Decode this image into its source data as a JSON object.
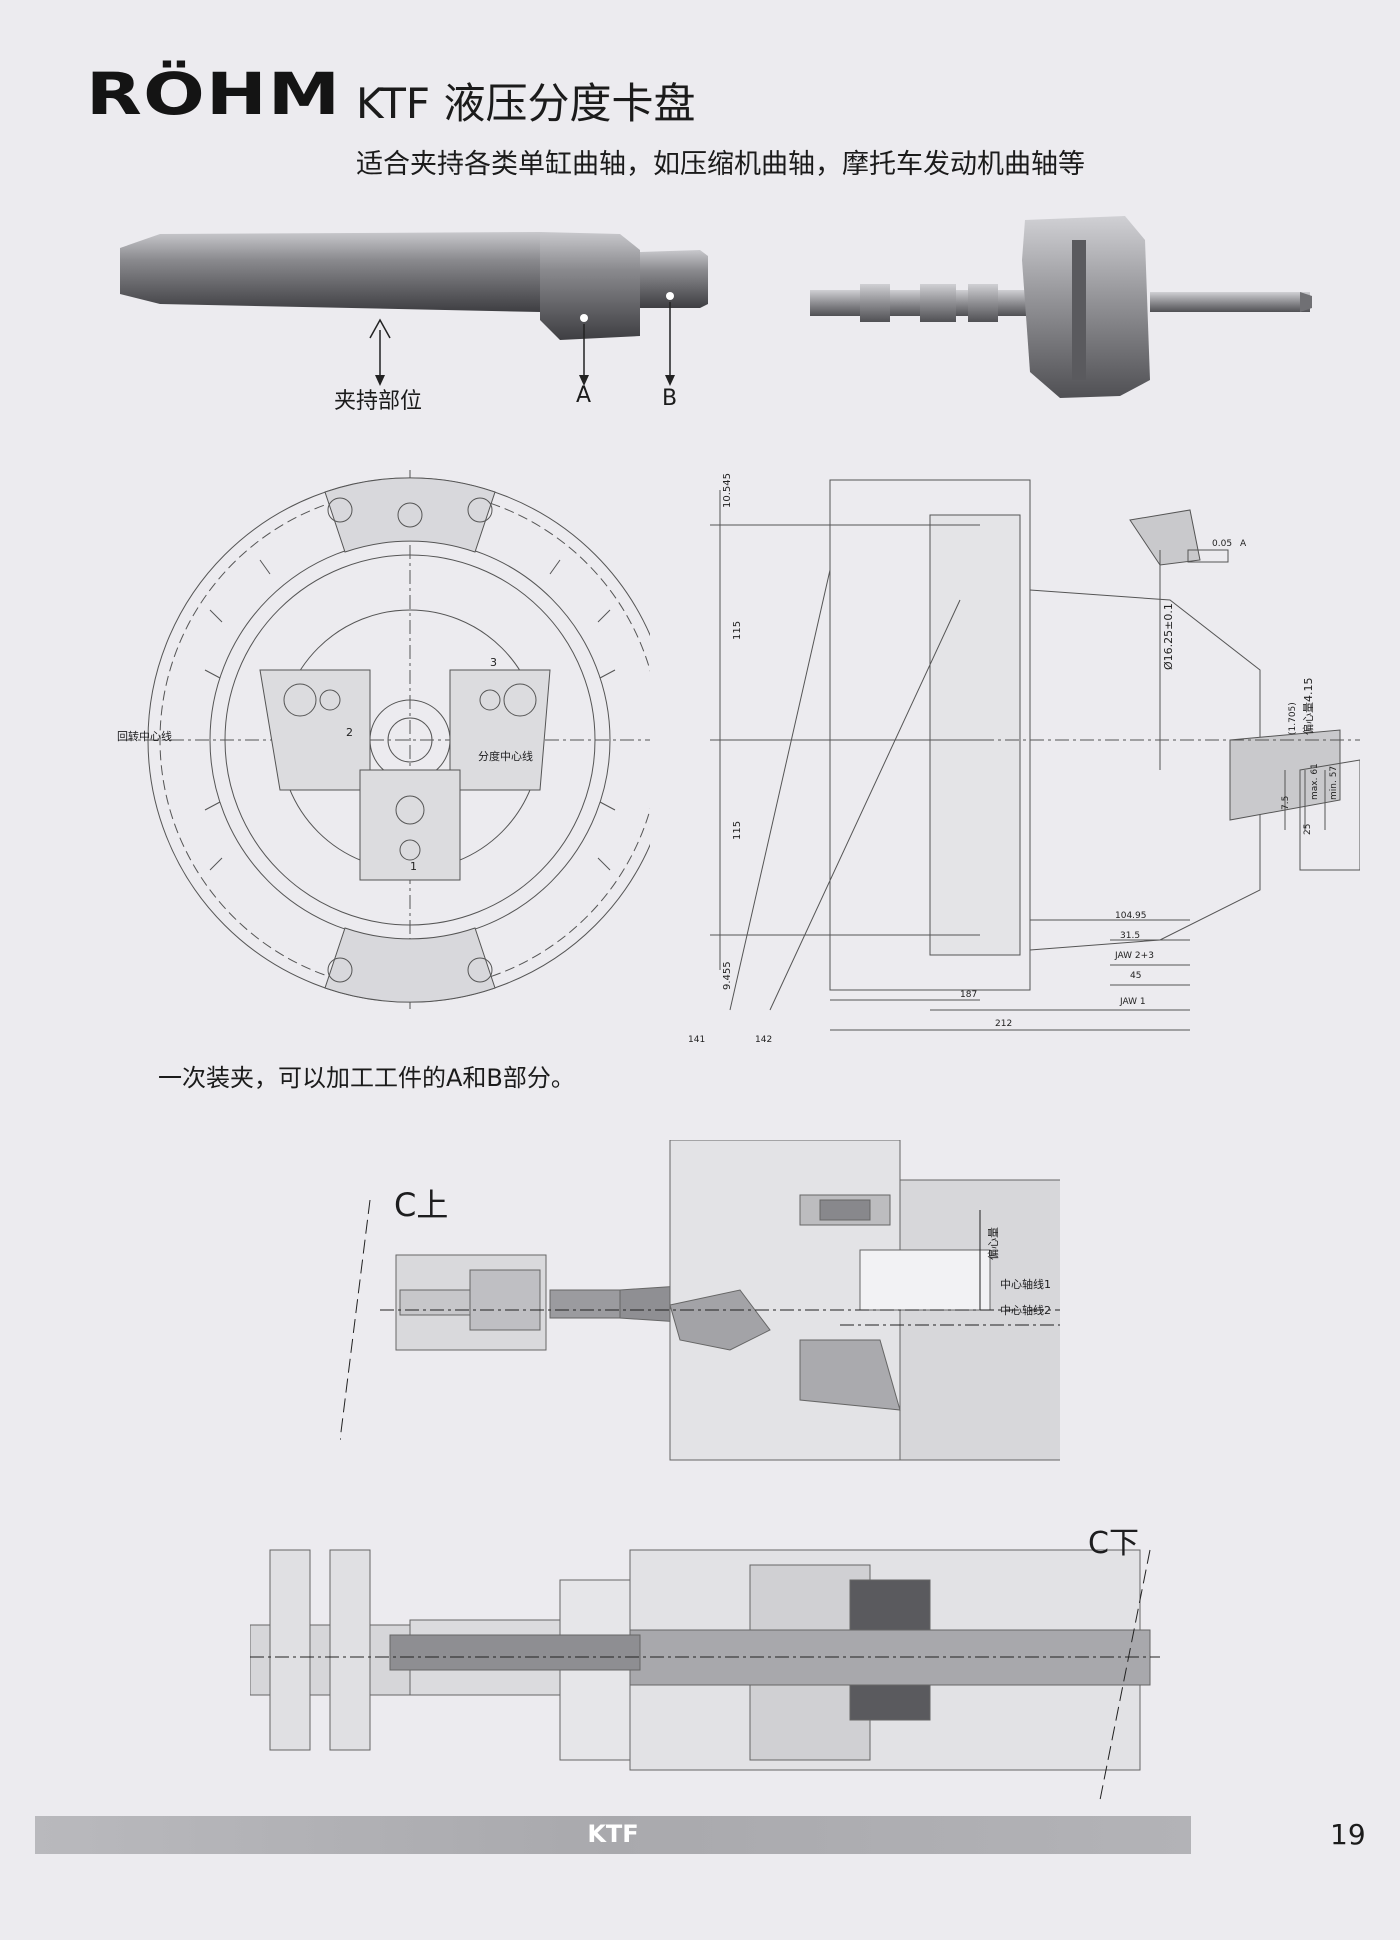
{
  "header": {
    "logo": "RÖHM",
    "title": "KTF 液压分度卡盘",
    "subtitle": "适合夹持各类单缸曲轴，如压缩机曲轴，摩托车发动机曲轴等"
  },
  "shaft_figure": {
    "clamp_label": "夹持部位",
    "label_a": "A",
    "label_b": "B"
  },
  "front_view": {
    "rotation_center_label": "回转中心线",
    "index_center_label": "分度中心线",
    "jaw_numbers": [
      "1",
      "2",
      "3"
    ]
  },
  "section_view": {
    "dim_top": "10.545",
    "dim_upper": "115",
    "dim_lower": "115",
    "dim_bottom": "9.455",
    "diameter": "Ø16.25±0.1",
    "tolerance": "0.05",
    "datum": "A",
    "eccentric_small": "(1.705)",
    "eccentric": "偏心量4.15",
    "max_label": "max. 61",
    "min_label": "min. 57",
    "dim_7_5": "7.5",
    "dim_25": "25",
    "dim_104_95": "104.95",
    "dim_31_5": "31.5",
    "jaw_23": "JAW 2+3",
    "dim_45": "45",
    "dim_187": "187",
    "jaw_1": "JAW 1",
    "dim_212": "212",
    "part_141": "141",
    "part_142": "142"
  },
  "caption": "一次装夹，可以加工工件的A和B部分。",
  "c_upper": {
    "label": "C上",
    "eccentric_label": "偏心量",
    "axis1": "中心轴线1",
    "axis2": "中心轴线2"
  },
  "c_lower": {
    "label": "C下"
  },
  "footer": {
    "product": "KTF",
    "page": "19"
  }
}
